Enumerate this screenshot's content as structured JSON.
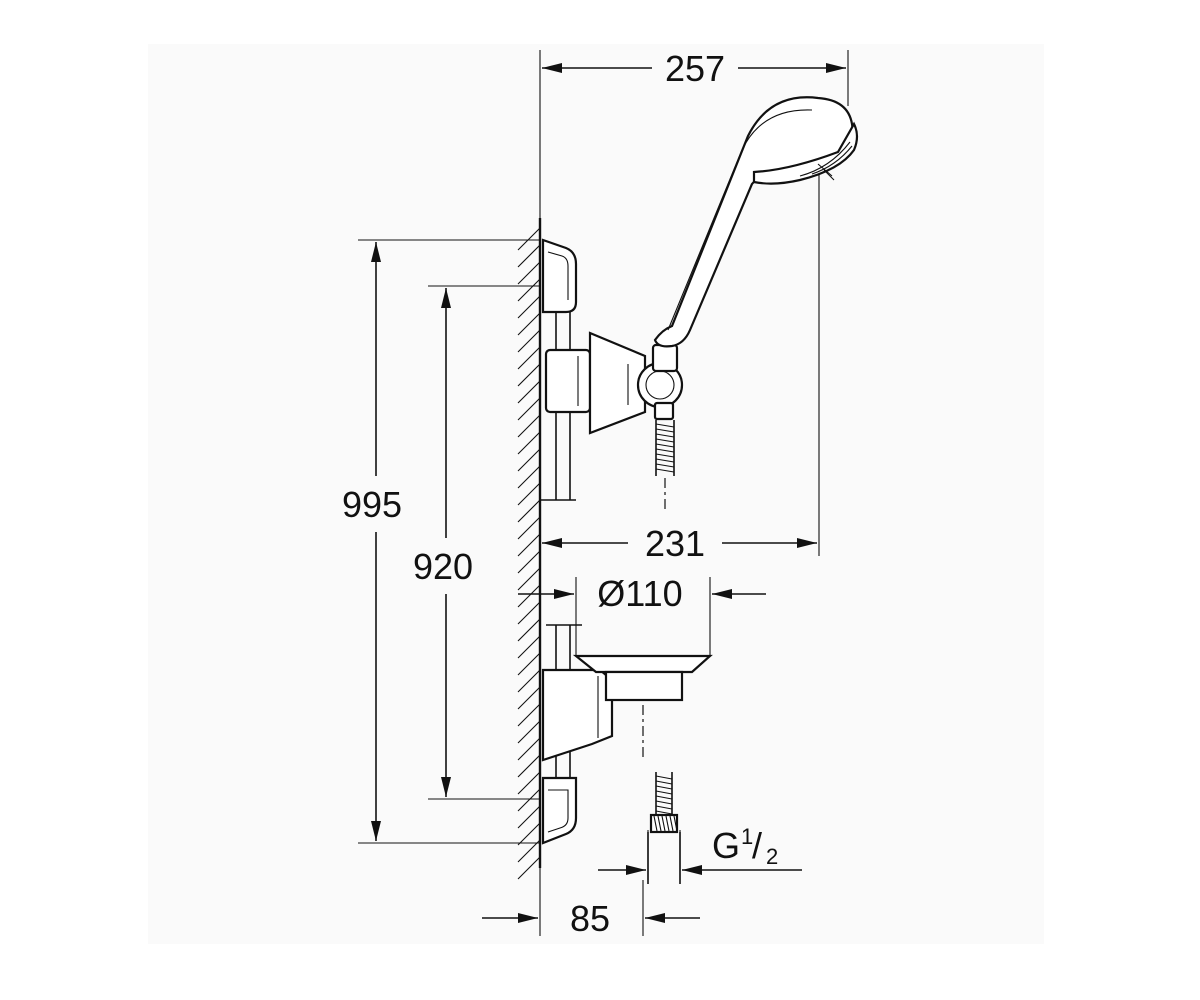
{
  "drawing": {
    "dimensions": {
      "overall_width": "257",
      "holder_reach": "231",
      "dish_diameter": "Ø110",
      "total_height": "995",
      "rail_height": "920",
      "wall_offset": "85",
      "connection_thread_base": "G",
      "connection_thread_num": "1",
      "connection_thread_den": "2"
    }
  }
}
